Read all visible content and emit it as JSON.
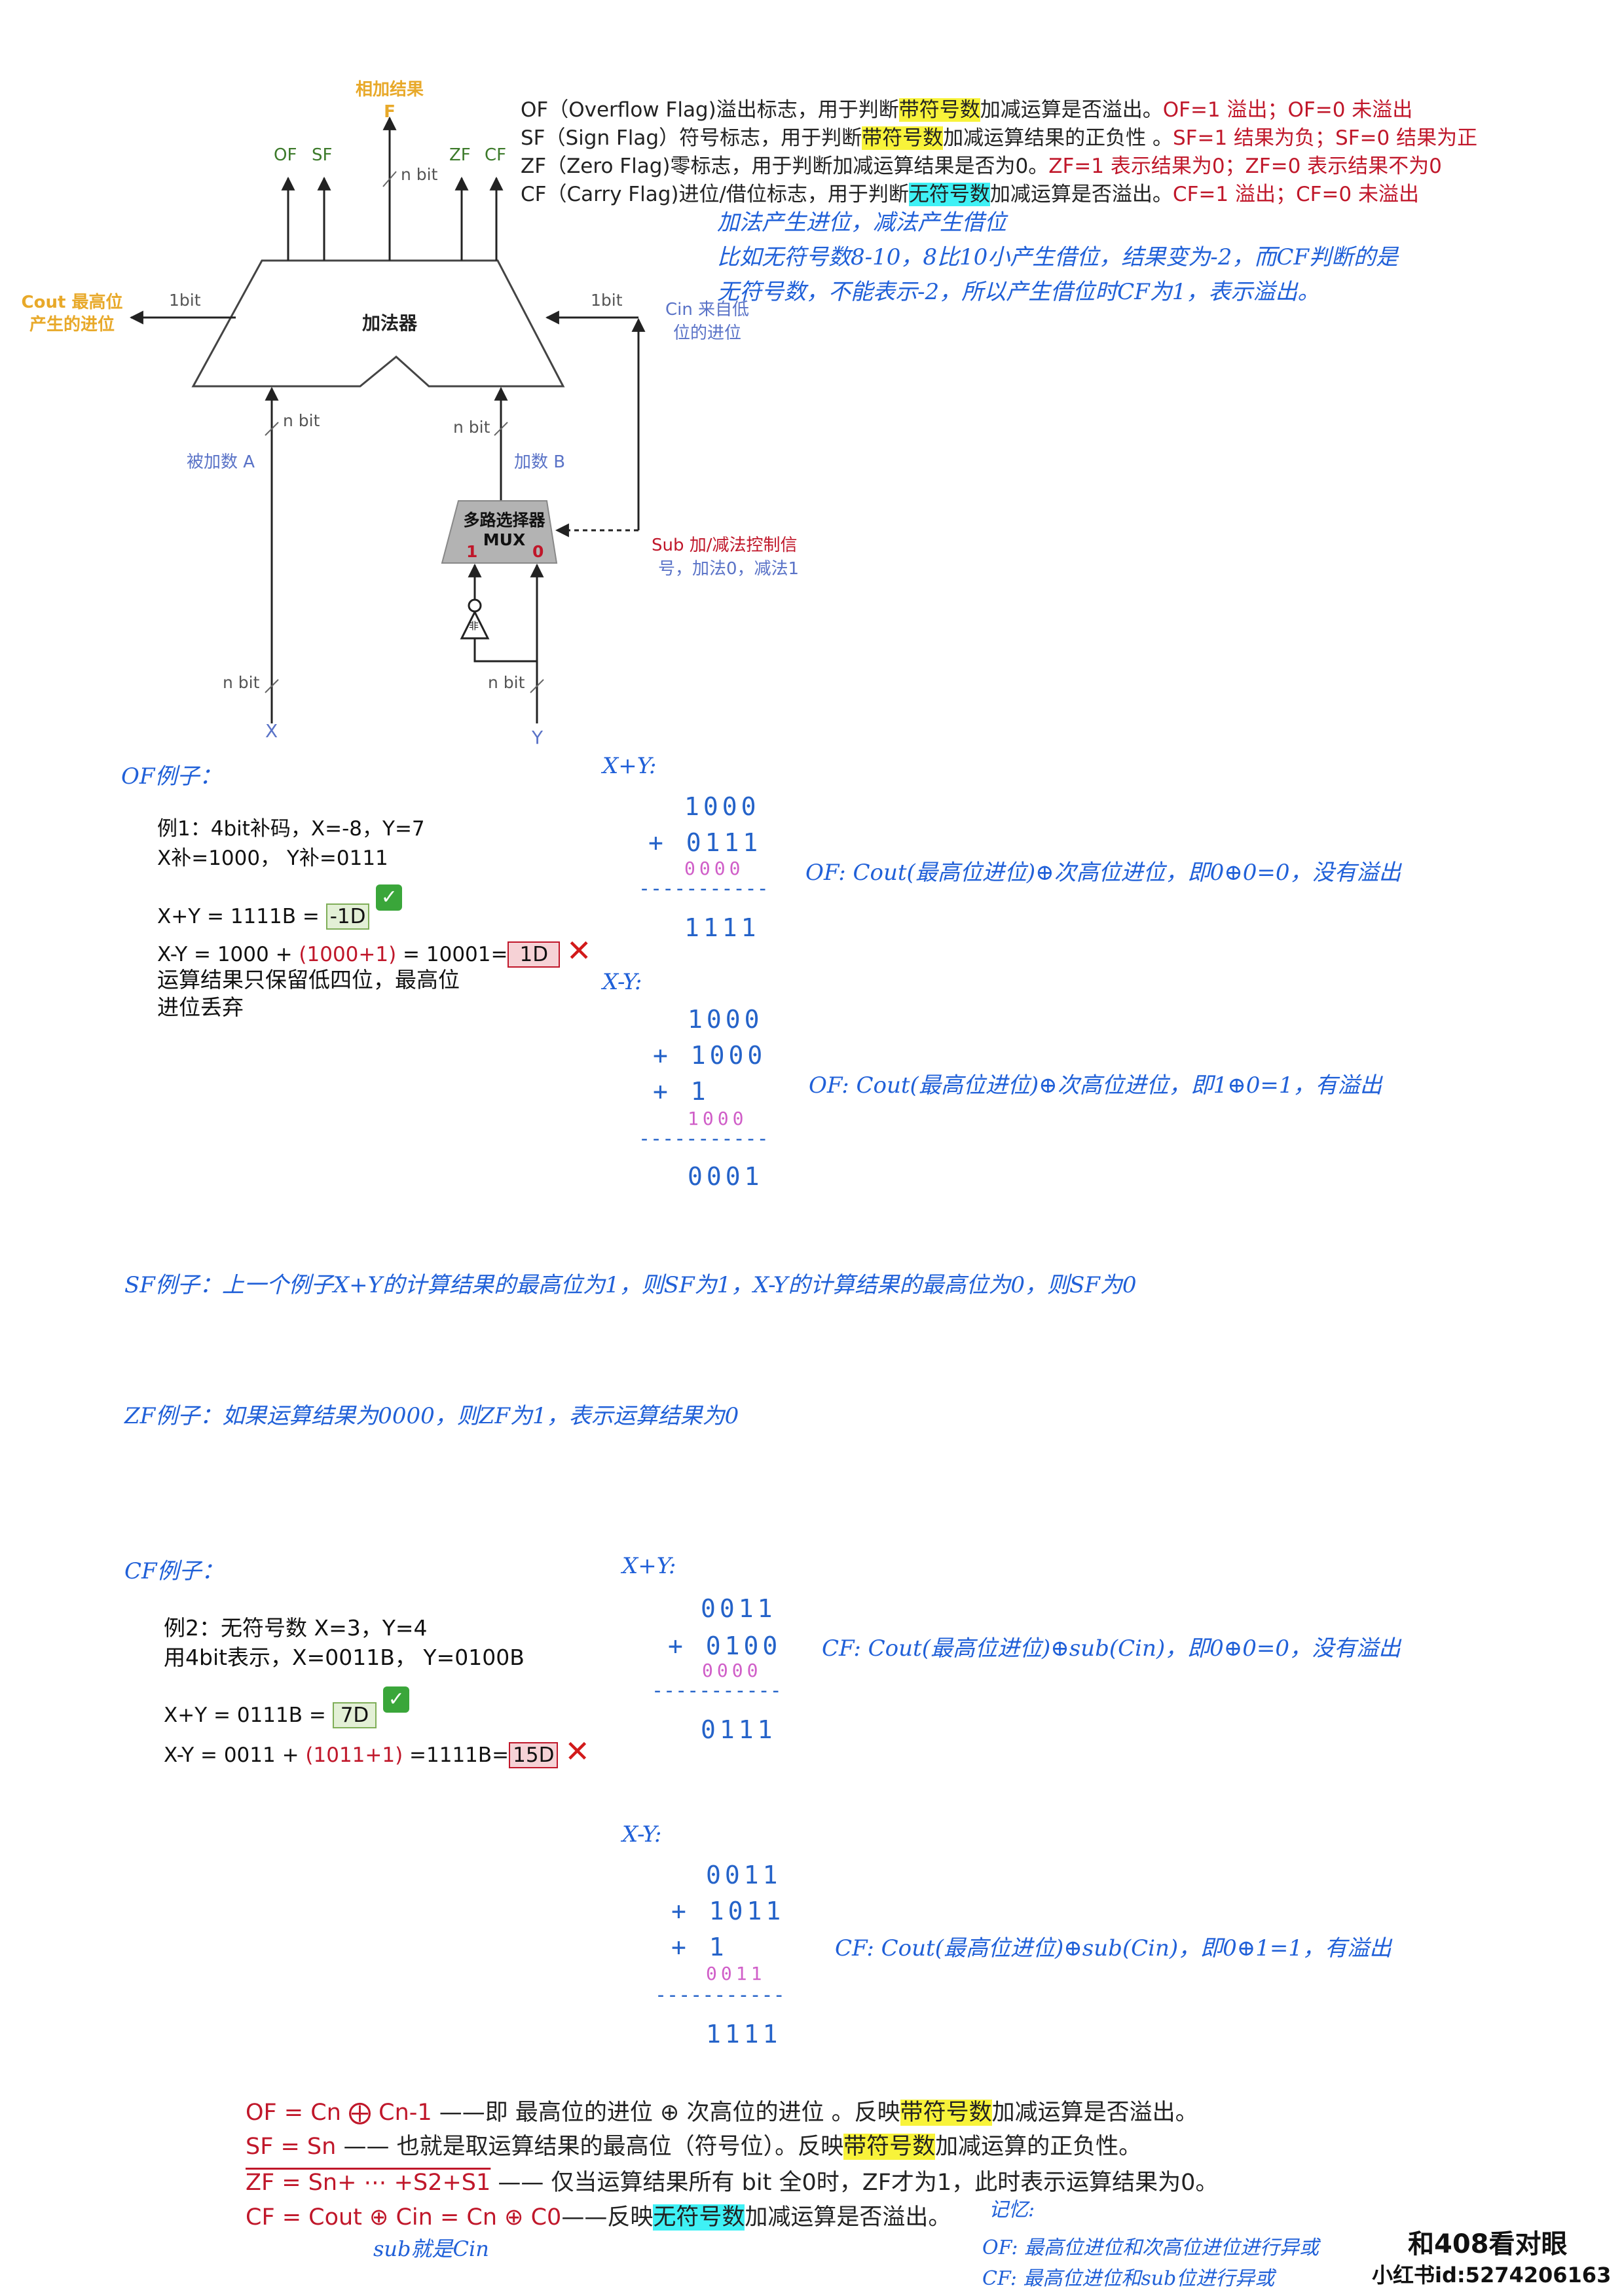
{
  "diagram": {
    "result_label_line1": "相加结果",
    "result_label_line2": "F",
    "flag_of": "OF",
    "flag_sf": "SF",
    "flag_zf": "ZF",
    "flag_cf": "CF",
    "nbit_top": "n bit",
    "cout_label_line1": "Cout 最高位",
    "cout_label_line2": "产生的进位",
    "one_bit_left": "1bit",
    "adder_label": "加法器",
    "one_bit_right": "1bit",
    "cin_label_line1": "Cin 来自低",
    "cin_label_line2": "位的进位",
    "nbit_a": "n bit",
    "nbit_b": "n bit",
    "operand_a": "被加数 A",
    "operand_b": "加数 B",
    "mux_label_line1": "多路选择器",
    "mux_label_line2": "MUX",
    "mux_in1": "1",
    "mux_in0": "0",
    "not_gate": "非",
    "sub_label_line1": "Sub 加/减法控制信",
    "sub_label_line2": "号，加法0，减法1",
    "nbit_x": "n bit",
    "nbit_y": "n bit",
    "input_x": "X",
    "input_y": "Y"
  },
  "flags": {
    "of": {
      "pre": "OF（Overflow Flag)溢出标志，用于判断",
      "hl": "带符号数",
      "post": "加减运算是否溢出。",
      "red": "OF=1 溢出；OF=0 未溢出"
    },
    "sf": {
      "pre": "SF（Sign Flag）符号标志，用于判断",
      "hl": "带符号数",
      "post": "加减运算结果的正负性 。",
      "red": "SF=1 结果为负；SF=0 结果为正"
    },
    "zf": {
      "pre": "ZF（Zero Flag)零标志，用于判断加减运算结果是否为0。",
      "red": "ZF=1 表示结果为0；ZF=0 表示结果不为0"
    },
    "cf": {
      "pre": "CF（Carry Flag)进位/借位标志，用于判断",
      "hl": "无符号数",
      "post": "加减运算是否溢出。",
      "red": "CF=1 溢出；CF=0 未溢出"
    }
  },
  "cf_note": {
    "line1": "加法产生进位，减法产生借位",
    "line2": "比如无符号数8-10，8比10小产生借位，结果变为-2，而CF判断的是",
    "line3": "无符号数，不能表示-2，所以产生借位时CF为1，表示溢出。"
  },
  "of_example": {
    "heading": "OF例子：",
    "ex_line1": "例1：4bit补码，X=-8，Y=7",
    "ex_line2": "X补=1000，  Y补=0111",
    "sum_line_pre": "X+Y = 1111B =",
    "sum_box": "-1D",
    "sub_line_pre": "X-Y = 1000 + ",
    "sub_line_red": "(1000+1)",
    "sub_line_mid": " = 10001=",
    "sub_box": "1D",
    "note_line1": "运算结果只保留低四位，最高位",
    "note_line2": "进位丢弃",
    "add_title": "X+Y:",
    "add_r1": "1000",
    "add_r2": "+ 0111",
    "add_carry": "0000",
    "add_dash": "-----------",
    "add_res": "1111",
    "add_note": "OF: Cout(最高位进位)⊕次高位进位，即0⊕0=0，没有溢出",
    "sub_title": "X-Y:",
    "sub_r1": "1000",
    "sub_r2": "+ 1000",
    "sub_r3": "+    1",
    "sub_carry": "1000",
    "sub_dash": "-----------",
    "sub_res": "0001",
    "sub_note": "OF: Cout(最高位进位)⊕次高位进位，即1⊕0=1，有溢出"
  },
  "sf_example": "SF例子：上一个例子X+Y的计算结果的最高位为1，则SF为1，X-Y的计算结果的最高位为0，则SF为0",
  "zf_example": "ZF例子：如果运算结果为0000，则ZF为1，表示运算结果为0",
  "cf_example": {
    "heading": "CF例子：",
    "ex_line1": "例2：无符号数 X=3，Y=4",
    "ex_line2": "用4bit表示，X=0011B， Y=0100B",
    "sum_line_pre": "X+Y = 0111B =",
    "sum_box": "7D",
    "sub_line_pre": "X-Y = 0011 + ",
    "sub_line_red": "(1011+1)",
    "sub_line_mid": " =1111B=",
    "sub_box": "15D",
    "add_title": "X+Y:",
    "add_r1": "0011",
    "add_r2": "+ 0100",
    "add_carry": "0000",
    "add_dash": "-----------",
    "add_res": "0111",
    "add_note": "CF: Cout(最高位进位)⊕sub(Cin)，即0⊕0=0，没有溢出",
    "sub_title": "X-Y:",
    "sub_r1": "0011",
    "sub_r2": "+ 1011",
    "sub_r3": "+    1",
    "sub_carry": "0011",
    "sub_dash": "-----------",
    "sub_res": "1111",
    "sub_note": "CF: Cout(最高位进位)⊕sub(Cin)，即0⊕1=1，有溢出"
  },
  "formulas": {
    "of_lhs": "OF = Cn ⨁ Cn-1",
    "of_rhs_pre": " ——即 最高位的进位 ⊕ 次高位的进位 。反映",
    "of_hl": "带符号数",
    "of_post": "加减运算是否溢出。",
    "sf_lhs": "SF = Sn",
    "sf_rhs_pre": " —— 也就是取运算结果的最高位（符号位）。反映",
    "sf_hl": "带符号数",
    "sf_post": "加减运算的正负性。",
    "zf_lhs": "ZF = Sn+ ⋯ +S2+S1",
    "zf_rhs": "  —— 仅当运算结果所有 bit 全0时，ZF才为1，此时表示运算结果为0。",
    "cf_lhs": "CF = Cout ⊕ Cin = Cn ⊕ C0",
    "cf_rhs_pre": "——反映",
    "cf_hl": "无符号数",
    "cf_post": "加减运算是否溢出。",
    "sub_note": "sub就是Cin"
  },
  "memo": {
    "title": "记忆:",
    "line1": "OF: 最高位进位和次高位进位进行异或",
    "line2": "CF: 最高位进位和sub位进行异或"
  },
  "watermark": {
    "line1": "和408看对眼",
    "line2": "小红书id:5274206163"
  },
  "colors": {
    "highlight_yellow": "#f8f33a",
    "highlight_cyan": "#3ff1f5",
    "flag_green": "#3c7a2a",
    "result_orange": "#e8a92a",
    "diagram_blue": "#5a73c7",
    "handwritten_blue": "#2060d8",
    "carry_pink": "#d05ec8",
    "red": "#c0172a"
  }
}
